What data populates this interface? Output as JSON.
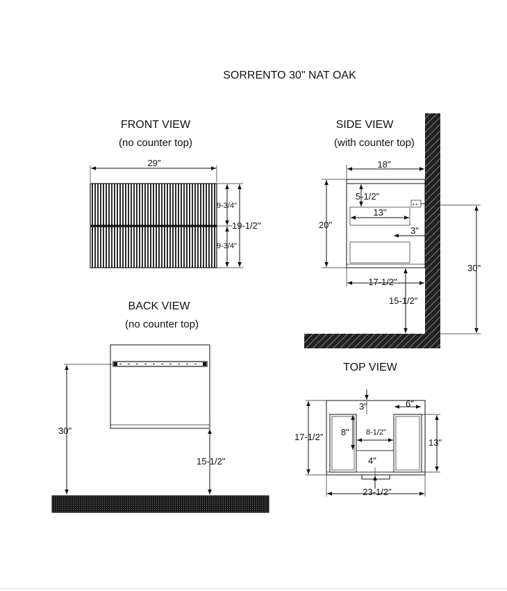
{
  "title": "SORRENTO 30\" NAT OAK",
  "front_view": {
    "title": "FRONT VIEW",
    "subtitle": "(no counter top)",
    "dims": {
      "width": "29\"",
      "drawer_top": "9-3/4\"",
      "drawer_bottom": "9-3/4\"",
      "height": "19-1/2\""
    }
  },
  "side_view": {
    "title": "SIDE VIEW",
    "subtitle": "(with counter top)",
    "dims": {
      "depth": "18\"",
      "inner_top": "5-1/2\"",
      "inner_depth": "13\"",
      "offset": "3\"",
      "height": "20\"",
      "bottom_depth": "17-1/2\"",
      "floor_clearance": "15-1/2\"",
      "total_height": "30\""
    }
  },
  "back_view": {
    "title": "BACK VIEW",
    "subtitle": "(no counter top)",
    "dims": {
      "total_height": "30\"",
      "floor_clearance": "15-1/2\""
    }
  },
  "top_view": {
    "title": "TOP VIEW",
    "dims": {
      "back_gap": "3\"",
      "side": "6\"",
      "depth": "17-1/2\"",
      "inner_depth": "8\"",
      "inner_width": "8-1/2\"",
      "right_depth": "13\"",
      "front_gap": "4\"",
      "width": "23-1/2\""
    }
  },
  "colors": {
    "line": "#111111",
    "hatch": "#1a1a1a",
    "background": "#ffffff"
  }
}
